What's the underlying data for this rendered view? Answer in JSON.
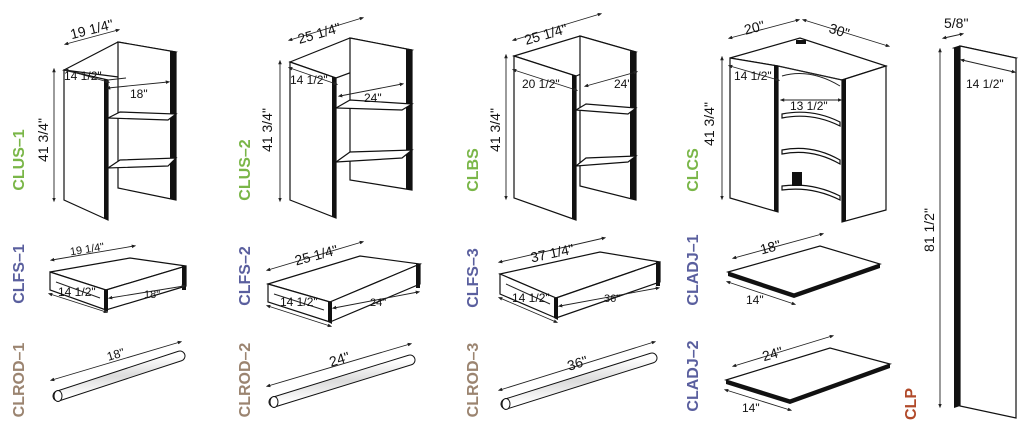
{
  "colors": {
    "unit": "#7ab648",
    "shelf": "#5a5f9e",
    "rod": "#9b8470",
    "panel": "#b14a2a"
  },
  "units": [
    {
      "code": "CLUS–1",
      "width": "19 1/4\"",
      "depth": "14 1/2\"",
      "inner": "18\"",
      "height": "41 3/4\""
    },
    {
      "code": "CLUS–2",
      "width": "25 1/4\"",
      "depth": "14 1/2\"",
      "inner": "24\"",
      "height": "41 3/4\""
    },
    {
      "code": "CLBS",
      "width": "25 1/4\"",
      "depth": "20 1/2\"",
      "inner": "24\"",
      "height": "41 3/4\""
    },
    {
      "code": "CLCS",
      "width_a": "20\"",
      "width_b": "30\"",
      "depth": "14 1/2\"",
      "inner": "13 1/2\"",
      "height": "41 3/4\""
    }
  ],
  "fixed_shelves": [
    {
      "code": "CLFS–1",
      "width": "19 1/4\"",
      "depth": "14 1/2\"",
      "inner": "18\""
    },
    {
      "code": "CLFS–2",
      "width": "25 1/4\"",
      "depth": "14 1/2\"",
      "inner": "24\""
    },
    {
      "code": "CLFS–3",
      "width": "37 1/4\"",
      "depth": "14 1/2\"",
      "inner": "36\""
    }
  ],
  "adjustable_shelves": [
    {
      "code": "CLADJ–1",
      "width": "18\"",
      "depth": "14\""
    },
    {
      "code": "CLADJ–2",
      "width": "24\"",
      "depth": "14\""
    }
  ],
  "rods": [
    {
      "code": "CLROD–1",
      "length": "18\""
    },
    {
      "code": "CLROD–2",
      "length": "24\""
    },
    {
      "code": "CLROD–3",
      "length": "36\""
    }
  ],
  "side_panel": {
    "code": "CLP",
    "thickness": "5/8\"",
    "depth": "14 1/2\"",
    "height": "81 1/2\""
  }
}
